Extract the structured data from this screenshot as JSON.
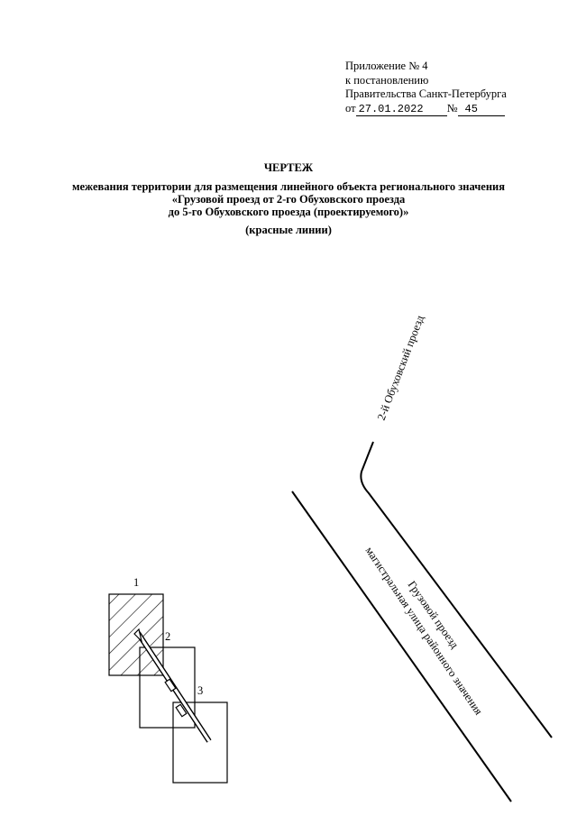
{
  "appendix": {
    "line1": "Приложение № 4",
    "line2": "к постановлению",
    "line3": "Правительства Санкт-Петербурга",
    "date_prefix": "от",
    "date": "27.01.2022",
    "number_prefix": "№",
    "number": "45"
  },
  "title": {
    "heading": "ЧЕРТЕЖ",
    "line1": "межевания территории для размещения линейного объекта регионального значения",
    "line2": "«Грузовой проезд от 2-го Обуховского проезда",
    "line3": "до 5-го Обуховского проезда (проектируемого)»",
    "note": "(красные линии)"
  },
  "map": {
    "street_label_top": "2-й Обуховский проезд",
    "street_label_main": "Грузовой проезд",
    "street_label_class": "магистральная улица районного значения",
    "sheet_labels": [
      "1",
      "2",
      "3"
    ]
  }
}
